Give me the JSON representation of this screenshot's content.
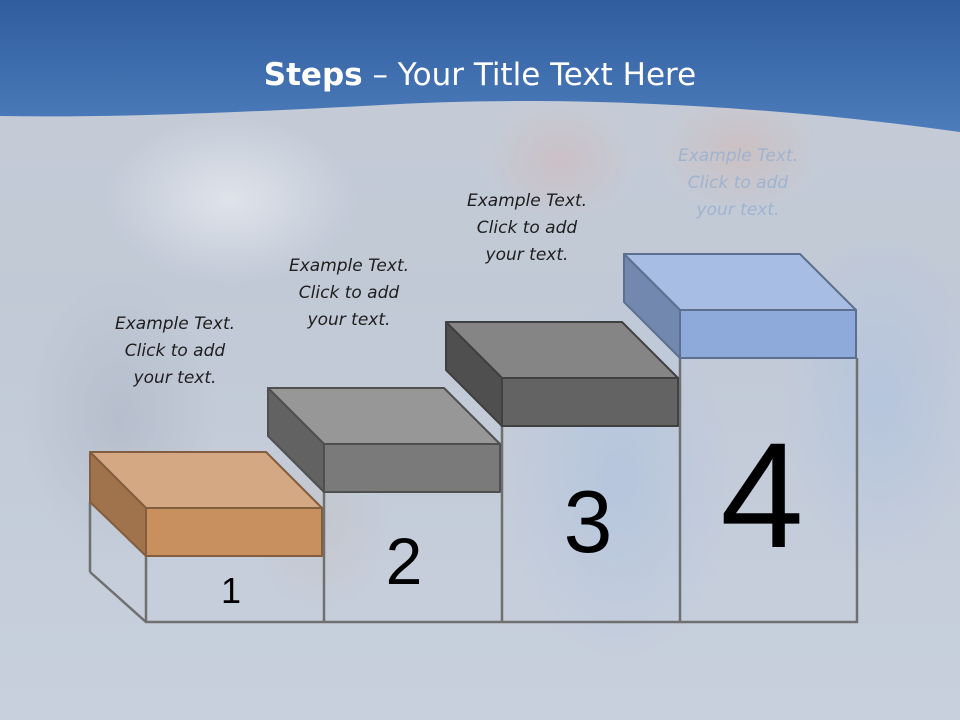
{
  "title": {
    "bold": "Steps",
    "rest": " – Your Title Text Here"
  },
  "steps": [
    {
      "number": "1",
      "color": "#c8905f",
      "label": [
        "Example Text.",
        "Click  to add",
        "your text."
      ]
    },
    {
      "number": "2",
      "color": "#7a7a7a",
      "label": [
        "Example Text.",
        "Click  to add",
        "your text."
      ]
    },
    {
      "number": "3",
      "color": "#636363",
      "label": [
        "Example Text.",
        "Click  to add",
        "your text."
      ]
    },
    {
      "number": "4",
      "color": "#8eaadb",
      "label": [
        "Example Text.",
        "Click  to add",
        "your text."
      ]
    }
  ],
  "colors": {
    "header_blue": "#3f6cab",
    "outline": "#707070"
  }
}
